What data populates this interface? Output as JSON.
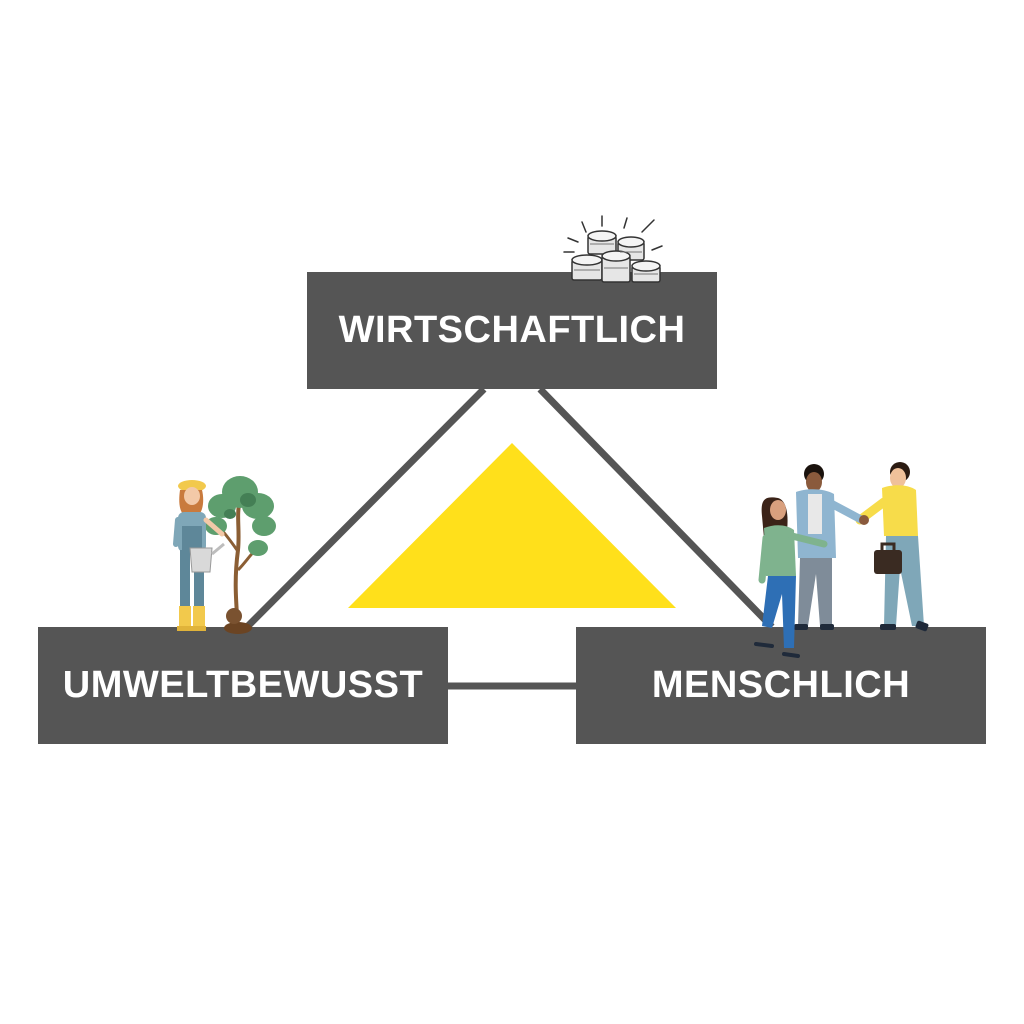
{
  "diagram": {
    "nodes": {
      "top": {
        "label": "WIRTSCHAFTLICH",
        "icon": "coins-icon"
      },
      "left": {
        "label": "UMWELTBEWUSST",
        "icon": "gardener-with-tree-icon"
      },
      "right": {
        "label": "MENSCHLICH",
        "icon": "people-handshake-icon"
      }
    },
    "colors": {
      "box": "#555555",
      "box_text": "#ffffff",
      "connector": "#555555",
      "center_triangle": "#FFE01B"
    }
  }
}
